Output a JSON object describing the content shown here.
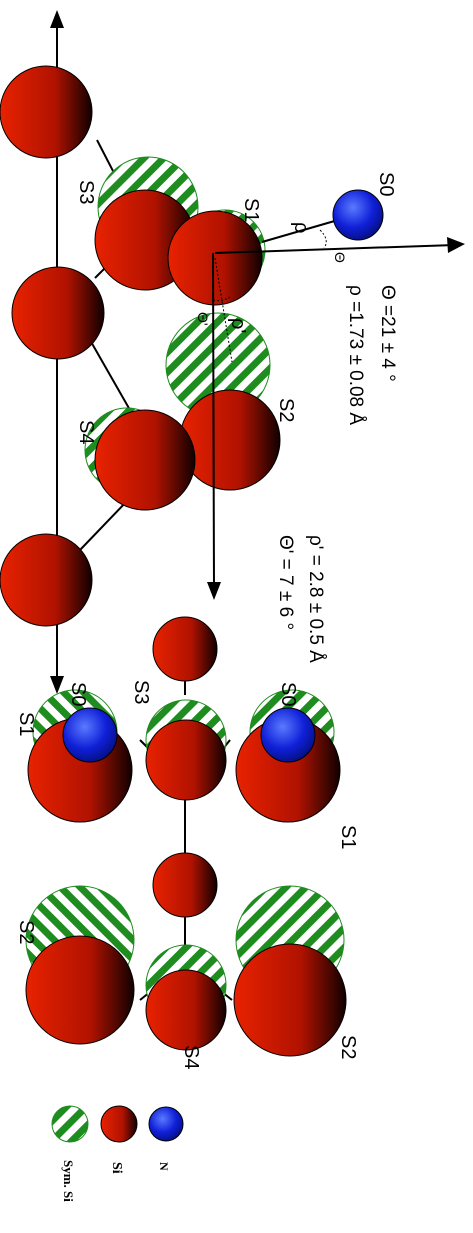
{
  "side_view": {
    "atom_labels": {
      "s0": "S0",
      "s1": "S1",
      "s2": "S2",
      "s3": "S3",
      "s4": "S4"
    },
    "symbols": {
      "rho": "ρ",
      "theta": "Θ",
      "rho_prime": "ρ'",
      "theta_prime": "Θ'"
    },
    "measurements": {
      "theta": "Θ =21 ± 4 °",
      "rho": "ρ =1.73 ± 0.08 Å",
      "rho_prime": "ρ' = 2.8 ± 0.5 Å",
      "theta_prime": "Θ' = 7 ± 6 °"
    }
  },
  "top_view": {
    "atom_labels": {
      "s0_left": "S0",
      "s0_right": "S0",
      "s1_left": "S1",
      "s1_right": "S1",
      "s2_left": "S2",
      "s2_right": "S2",
      "s3": "S3",
      "s4": "S4"
    }
  },
  "legend": {
    "items": [
      {
        "label": "N",
        "kind": "nitrogen"
      },
      {
        "label": "Si",
        "kind": "silicon"
      },
      {
        "label": "Sym. Si",
        "kind": "symmetric"
      }
    ]
  },
  "colors": {
    "silicon": "#d21a00",
    "nitrogen": "#0a14d6",
    "symmetric": "#1e8c1e"
  }
}
